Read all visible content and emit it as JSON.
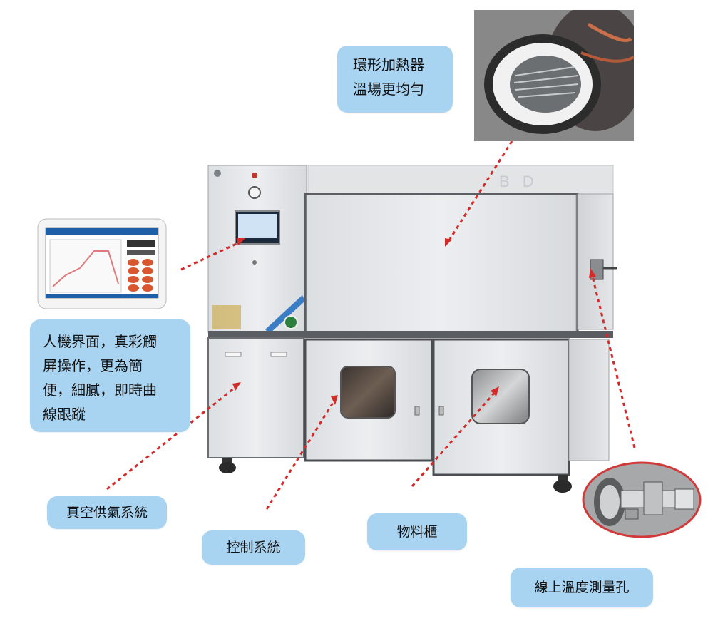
{
  "callouts": {
    "heater": {
      "line1": "環形加熱器",
      "line2": "溫場更均勻"
    },
    "hmi": {
      "line1": "人機界面，真彩觸",
      "line2": "屏操作，更為簡",
      "line3": "便，細膩，即時曲",
      "line4": "線跟蹤"
    },
    "vacuum": "真空供氣系統",
    "control": "控制系統",
    "cabinet": "物料櫃",
    "probe": "線上溫度測量孔"
  },
  "machine": {
    "panel_lettering": "B D"
  },
  "colors": {
    "callout_bg": "#a8d4f2",
    "arrow": "#d42a2a",
    "cabinet_body": "#e4e6e8",
    "frame": "#4a4d52",
    "probe_ring": "#d23a3a"
  }
}
